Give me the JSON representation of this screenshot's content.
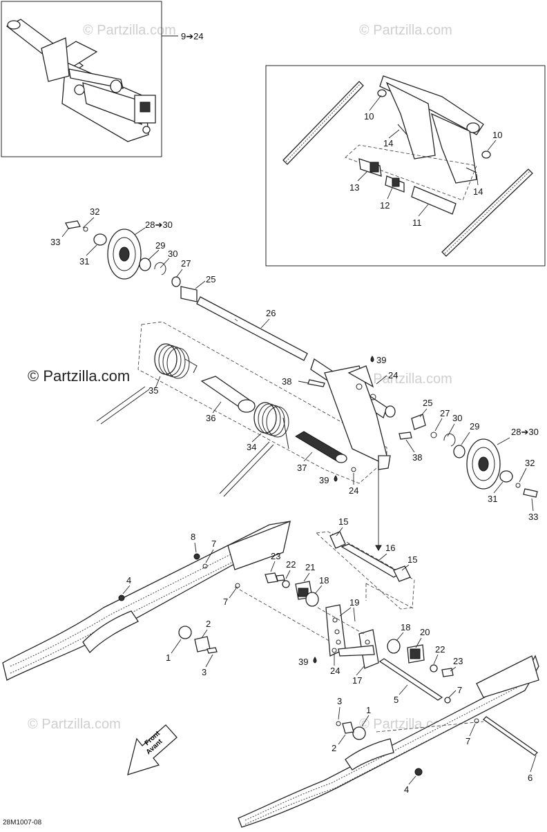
{
  "watermarks": [
    "© Partzilla.com",
    "© Partzilla.com",
    "© Partzilla.com",
    "© Partzilla.com",
    "© Partzilla.com"
  ],
  "watermark_main": "© Partzilla.com",
  "diagram_code": "28M1007-08",
  "front_arrow": {
    "line1": "Front",
    "line2": "Avant"
  },
  "inset_ref": "9➔24",
  "callouts": {
    "c10a": "10",
    "c10b": "10",
    "c14a": "14",
    "c14b": "14",
    "c13": "13",
    "c12": "12",
    "c11": "11",
    "c32a": "32",
    "c33a": "33",
    "c31a": "31",
    "c28a": "28➔30",
    "c29a": "29",
    "c30a": "30",
    "c27a": "27",
    "c25a": "25",
    "c26": "26",
    "c39a": "39",
    "c24a": "24",
    "c38a": "38",
    "c35": "35",
    "c36": "36",
    "c25b": "25",
    "c27b": "27",
    "c30b": "30",
    "c29b": "29",
    "c28b": "28➔30",
    "c38b": "38",
    "c34": "34",
    "c37": "37",
    "c39b": "39",
    "c24b": "24",
    "c32b": "32",
    "c31b": "31",
    "c33b": "33",
    "c15a": "15",
    "c16": "16",
    "c15b": "15",
    "c8": "8",
    "c7a": "7",
    "c23a": "23",
    "c22a": "22",
    "c21": "21",
    "c4a": "4",
    "c7b": "7",
    "c18a": "18",
    "c19": "19",
    "c2a": "2",
    "c1a": "1",
    "c3a": "3",
    "c18b": "18",
    "c20": "20",
    "c22b": "22",
    "c23b": "23",
    "c39c": "39",
    "c24c": "24",
    "c17": "17",
    "c7c": "7",
    "c5": "5",
    "c3b": "3",
    "c1b": "1",
    "c2b": "2",
    "c7d": "7",
    "c4b": "4",
    "c6": "6"
  }
}
